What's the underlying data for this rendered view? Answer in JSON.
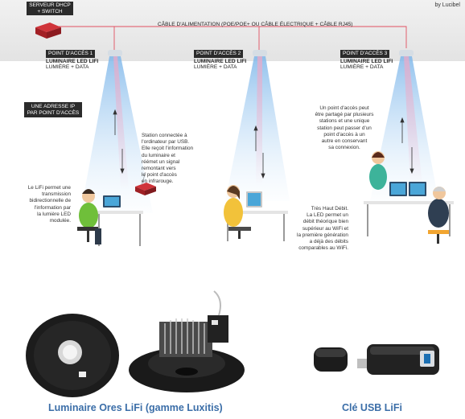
{
  "byline": "by Lucibel",
  "server_label": "SERVEUR DHCP\n+ SWITCH",
  "cable_label": "CÂBLE D'ALIMENTATION (POE/POE+ OU CÂBLE ÉLECTRIQUE + CÂBLE RJ45)",
  "access_points": [
    {
      "title": "POINT D'ACCÈS 1",
      "line1": "LUMINAIRE LED LIFI",
      "line2": "LUMIÈRE + DATA"
    },
    {
      "title": "POINT D'ACCÈS 2",
      "line1": "LUMINAIRE LED LIFI",
      "line2": "LUMIÈRE + DATA"
    },
    {
      "title": "POINT D'ACCÈS 3",
      "line1": "LUMINAIRE LED LIFI",
      "line2": "LUMIÈRE + DATA"
    }
  ],
  "ip_label": "UNE ADRESSE IP\nPAR POINT D'ACCÈS",
  "notes": {
    "station": "Station connectée à\nl'ordinateur par USB.\nElle reçoit l'information\ndu luminaire et\nréémet un signal\nremontant vers\nle point d'accès\nen infrarouge.",
    "lifi": "Le LiFi permet une\ntransmission\nbidirectionnelle de\nl'information par\nla lumière LED\nmodulée.",
    "shared": "Un point d'accès peut\nêtre partagé par plusieurs\nstations et une unique\nstation peut passer d'un\npoint d'accès à un\nautre en conservant\nsa connexion.",
    "speed": "Très Haut Débit.\nLa LED permet un\ndébit théorique bien\nsupérieur au WiFi et\nla première génération\na déjà des débits\ncomparables au WiFi."
  },
  "captions": {
    "luminaire": "Luminaire Ores LiFi  (gamme Luxitis)",
    "usb_key": "Clé USB LiFi"
  },
  "colors": {
    "caption": "#3b6ea8",
    "cable": "#e05060",
    "server": "#c0282e",
    "beam": "#8fc2ee"
  }
}
